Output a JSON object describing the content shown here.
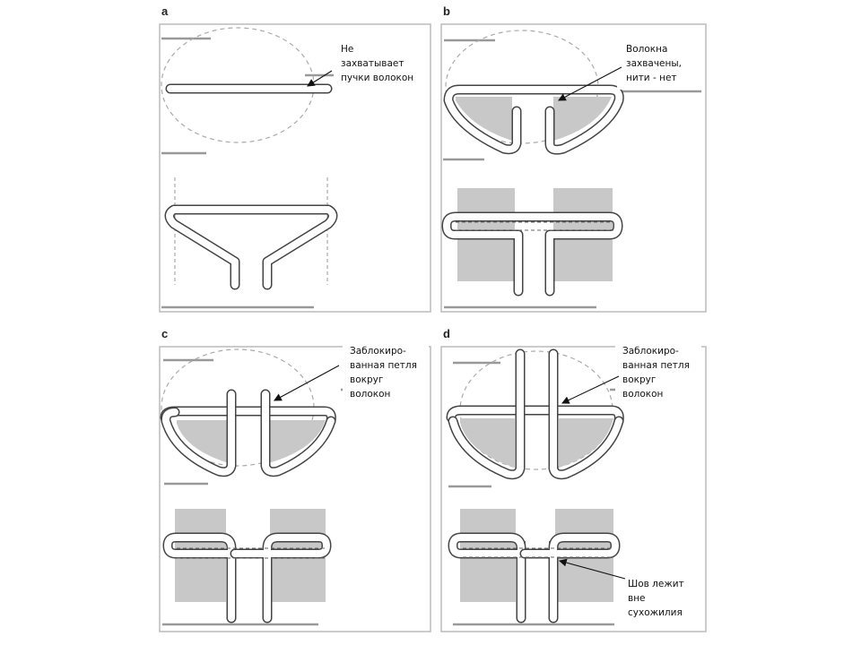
{
  "panels": {
    "a": {
      "label": "a",
      "note": [
        "Не",
        "захватывает",
        "пучки волокон"
      ]
    },
    "b": {
      "label": "b",
      "note": [
        "Волокна",
        "захвачены,",
        "нити - нет"
      ]
    },
    "c": {
      "label": "c",
      "note": [
        "Заблокиро-",
        "ванная петля",
        "вокруг",
        "волокон"
      ]
    },
    "d": {
      "label": "d",
      "note": [
        "Заблокиро-",
        "ванная петля",
        "вокруг",
        "волокон"
      ],
      "note2": [
        "Шов лежит",
        "вне",
        "сухожилия"
      ]
    }
  }
}
